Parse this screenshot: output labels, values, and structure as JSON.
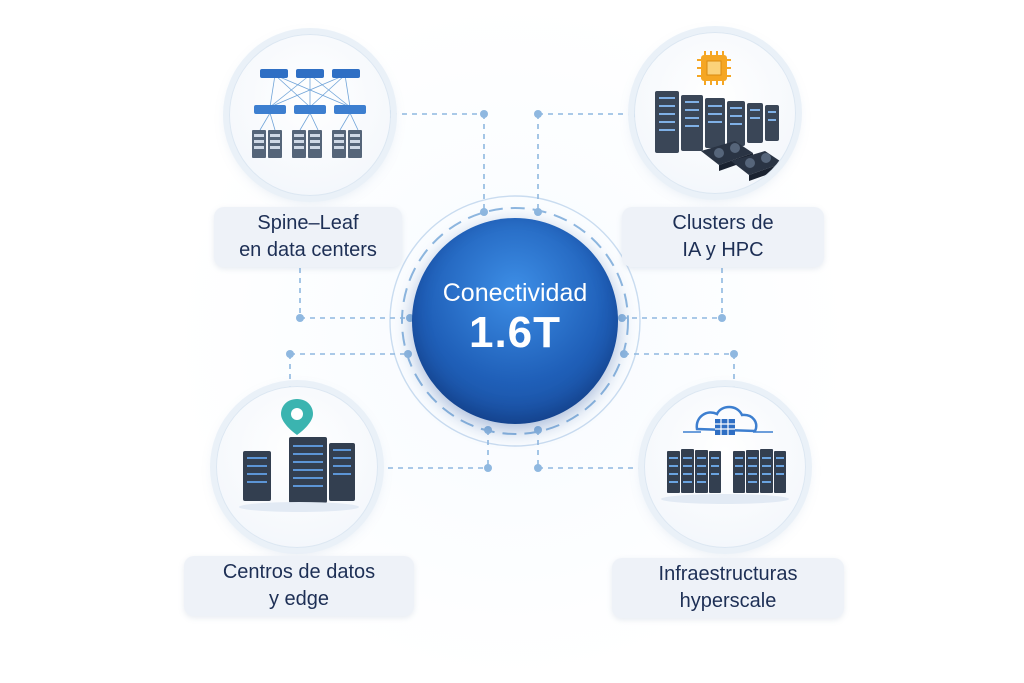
{
  "center": {
    "title": "Conectividad",
    "value": "1.6T"
  },
  "nodes": [
    {
      "id": "spine-leaf",
      "line1": "Spine–Leaf",
      "line2": "en data centers",
      "icon": "network-topology-icon"
    },
    {
      "id": "clusters",
      "line1": "Clusters de",
      "line2": "IA y HPC",
      "icon": "gpu-cluster-icon"
    },
    {
      "id": "edge",
      "line1": "Centros de datos",
      "line2": "y edge",
      "icon": "edge-server-icon"
    },
    {
      "id": "hyperscale",
      "line1": "Infraestructuras",
      "line2": "hyperscale",
      "icon": "cloud-server-icon"
    }
  ],
  "colors": {
    "accent": "#1f5fb8",
    "connector": "#8fb8e0",
    "label_text": "#1d2f55",
    "chip": "#f5a623",
    "location_pin": "#3bb4b0"
  }
}
